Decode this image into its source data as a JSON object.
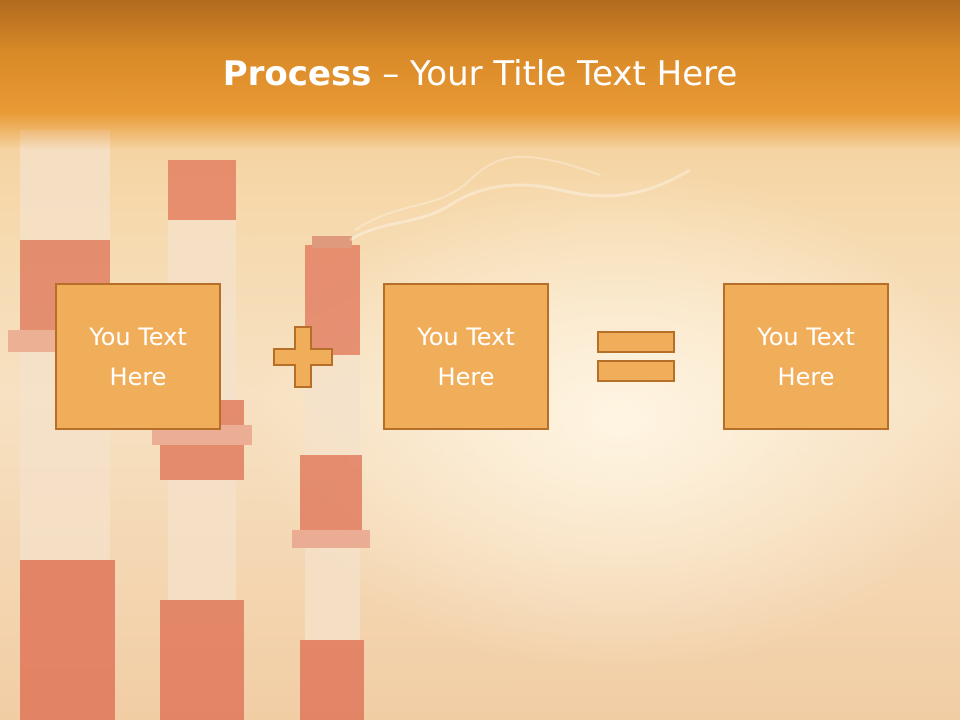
{
  "slide": {
    "title_bold": "Process",
    "title_rest": " – Your Title Text Here",
    "boxes": [
      {
        "text": "You Text Here"
      },
      {
        "text": "You Text Here"
      },
      {
        "text": "You Text Here"
      }
    ],
    "operators": [
      "plus-icon",
      "equals-icon"
    ]
  },
  "colors": {
    "header": "#e99a35",
    "box_fill": "#f0ad5a",
    "box_border": "#b56f28",
    "text": "#ffffff"
  }
}
